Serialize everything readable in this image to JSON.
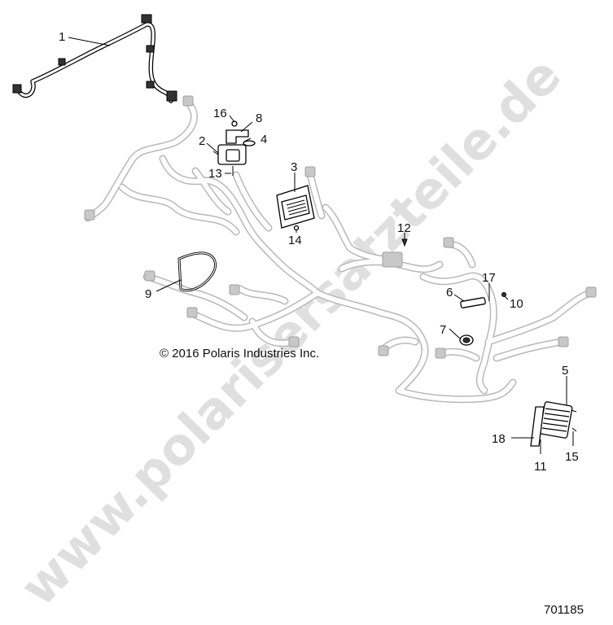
{
  "diagram": {
    "callouts": [
      {
        "id": "1",
        "label": "1"
      },
      {
        "id": "2",
        "label": "2"
      },
      {
        "id": "3",
        "label": "3"
      },
      {
        "id": "4",
        "label": "4"
      },
      {
        "id": "5",
        "label": "5"
      },
      {
        "id": "6",
        "label": "6"
      },
      {
        "id": "7",
        "label": "7"
      },
      {
        "id": "8",
        "label": "8"
      },
      {
        "id": "9",
        "label": "9"
      },
      {
        "id": "10",
        "label": "10"
      },
      {
        "id": "11",
        "label": "11"
      },
      {
        "id": "12",
        "label": "12"
      },
      {
        "id": "13",
        "label": "13"
      },
      {
        "id": "14",
        "label": "14"
      },
      {
        "id": "15",
        "label": "15"
      },
      {
        "id": "16",
        "label": "16"
      },
      {
        "id": "17",
        "label": "17"
      },
      {
        "id": "18",
        "label": "18"
      }
    ],
    "copyright": "© 2016 Polaris Industries Inc.",
    "figure_number": "701185",
    "watermark": "www.polarisersatzteile.de"
  }
}
